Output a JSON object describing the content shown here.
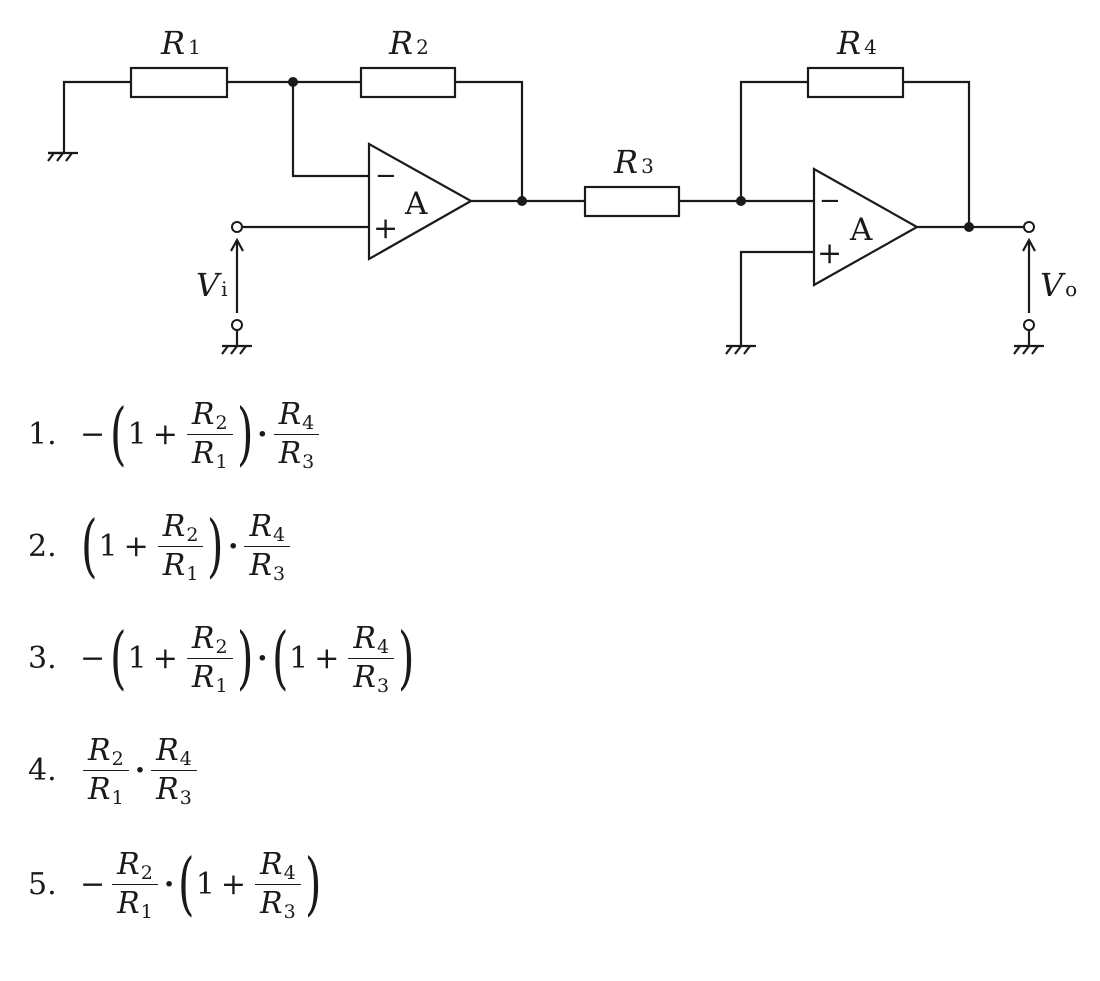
{
  "circuit": {
    "resistors": [
      {
        "id": "R1",
        "letter": "R",
        "sub": "1"
      },
      {
        "id": "R2",
        "letter": "R",
        "sub": "2"
      },
      {
        "id": "R3",
        "letter": "R",
        "sub": "3"
      },
      {
        "id": "R4",
        "letter": "R",
        "sub": "4"
      }
    ],
    "opamp_label": "A",
    "minus_sign": "−",
    "plus_sign": "+",
    "input": {
      "letter": "V",
      "sub": "i"
    },
    "output": {
      "letter": "V",
      "sub": "o"
    }
  },
  "options": [
    {
      "num": "1."
    },
    {
      "num": "2."
    },
    {
      "num": "3."
    },
    {
      "num": "4."
    },
    {
      "num": "5."
    }
  ],
  "math": {
    "R": "R",
    "s1": "1",
    "s2": "2",
    "s3": "3",
    "s4": "4",
    "one": "1",
    "plus": "+",
    "minus": "−",
    "dot": "·",
    "lparen": "(",
    "rparen": ")"
  }
}
